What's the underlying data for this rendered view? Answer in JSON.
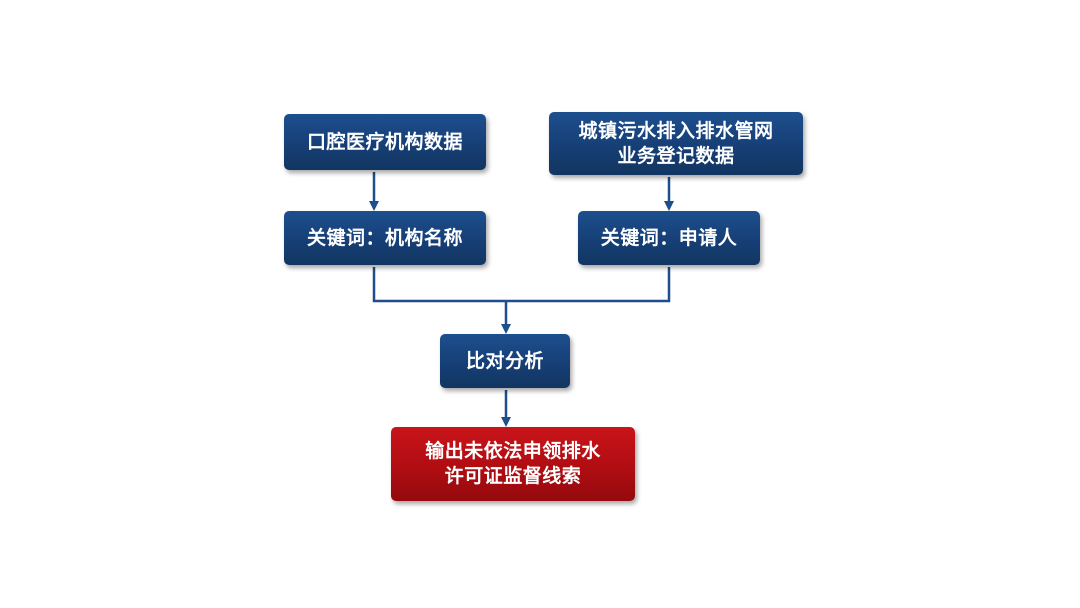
{
  "diagram": {
    "nodes": {
      "dental_data": {
        "label": "口腔医疗机构数据"
      },
      "sewage_data": {
        "label": "城镇污水排入排水管网\n业务登记数据"
      },
      "keyword_left": {
        "label": "关键词：机构名称"
      },
      "keyword_right": {
        "label": "关键词：申请人"
      },
      "compare": {
        "label": "比对分析"
      },
      "output": {
        "label": "输出未依法申领排水\n许可证监督线索"
      }
    },
    "edges": [
      {
        "from": "dental_data",
        "to": "keyword_left"
      },
      {
        "from": "sewage_data",
        "to": "keyword_right"
      },
      {
        "from": "keyword_left",
        "to": "compare"
      },
      {
        "from": "keyword_right",
        "to": "compare"
      },
      {
        "from": "compare",
        "to": "output"
      }
    ],
    "colors": {
      "node_blue": "#163f76",
      "node_red": "#b00d12",
      "connector": "#1f4e8c",
      "text": "#ffffff"
    }
  }
}
